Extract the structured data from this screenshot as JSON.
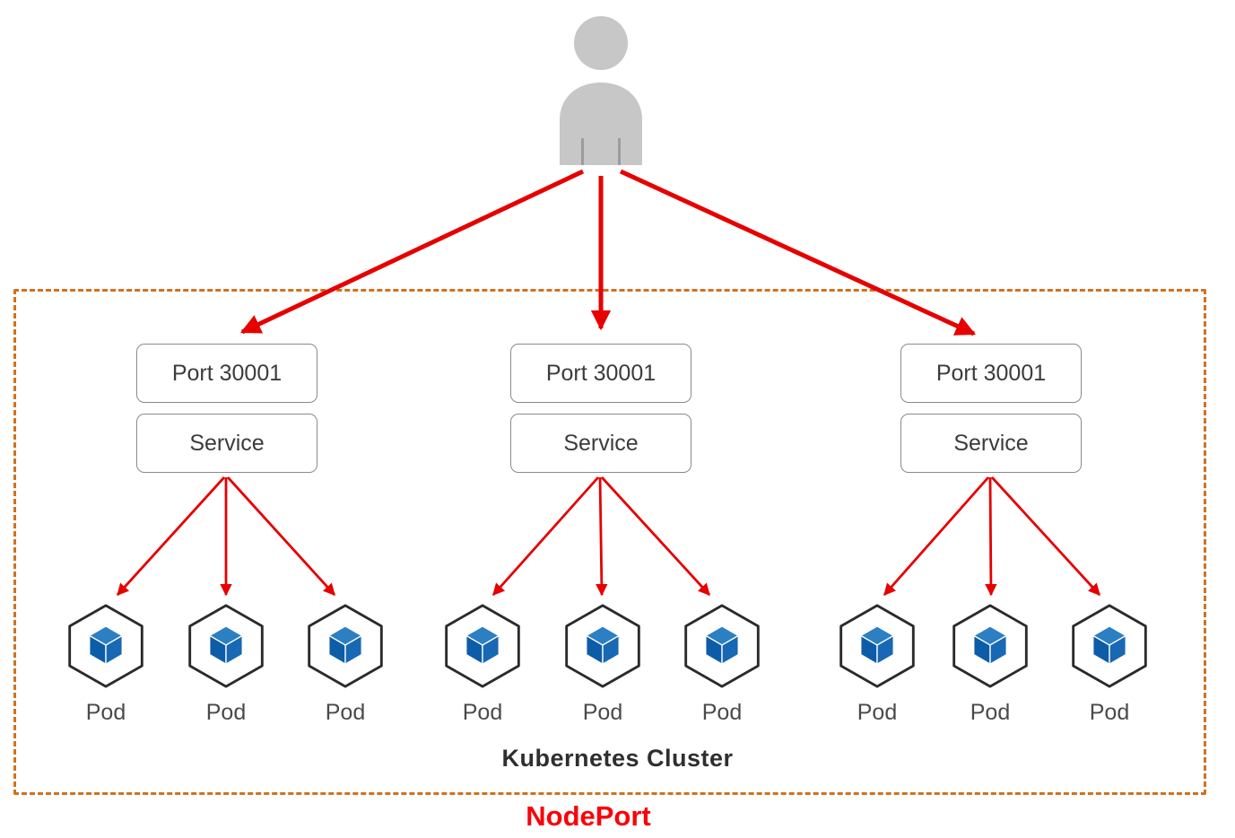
{
  "diagram": {
    "title": "NodePort",
    "cluster_label": "Kubernetes Cluster",
    "groups": [
      {
        "port": "Port 30001",
        "service": "Service",
        "pods": [
          "Pod",
          "Pod",
          "Pod"
        ]
      },
      {
        "port": "Port 30001",
        "service": "Service",
        "pods": [
          "Pod",
          "Pod",
          "Pod"
        ]
      },
      {
        "port": "Port 30001",
        "service": "Service",
        "pods": [
          "Pod",
          "Pod",
          "Pod"
        ]
      }
    ],
    "colors": {
      "arrow": "#e60000",
      "cluster_border": "#d2711e",
      "title": "#fb0007",
      "pod_cube_top": "#2d7fc3",
      "pod_cube_left": "#0d5ca8",
      "pod_cube_right": "#1868b4",
      "user_icon": "#c7c7c7"
    }
  }
}
